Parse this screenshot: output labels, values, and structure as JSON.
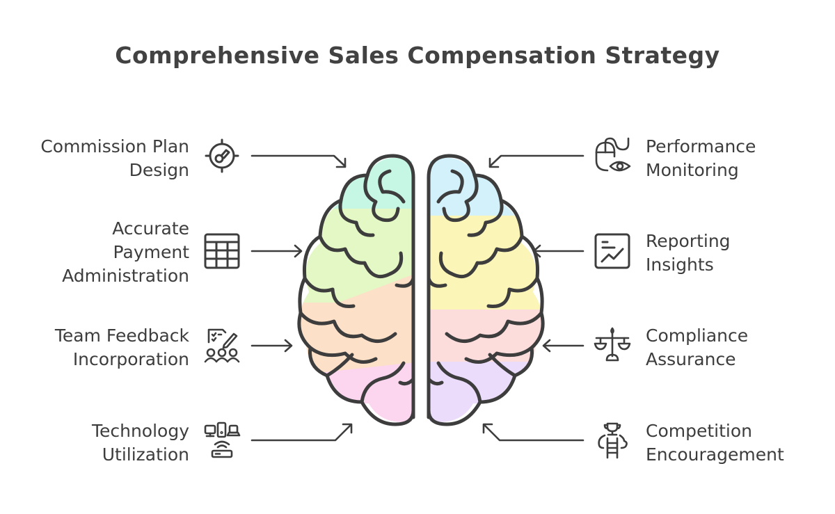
{
  "title": "Comprehensive Sales Compensation Strategy",
  "colors": {
    "ink": "#3d3d3d",
    "lobe_left_top": "#c6f6e4",
    "lobe_left_upper_mid": "#e3f8c4",
    "lobe_left_lower_mid": "#fde0c8",
    "lobe_left_bottom": "#fbd6ee",
    "lobe_right_top": "#d2f1fb",
    "lobe_right_upper_mid": "#fbf5b8",
    "lobe_right_lower_mid": "#fddcdc",
    "lobe_right_bottom": "#ecdcfb"
  },
  "left_items": [
    {
      "lines": [
        "Commission Plan",
        "Design"
      ],
      "icon": "target-key-icon"
    },
    {
      "lines": [
        "Accurate",
        "Payment",
        "Administration"
      ],
      "icon": "table-grid-icon"
    },
    {
      "lines": [
        "Team Feedback",
        "Incorporation"
      ],
      "icon": "checklist-team-icon"
    },
    {
      "lines": [
        "Technology",
        "Utilization"
      ],
      "icon": "devices-router-icon"
    }
  ],
  "right_items": [
    {
      "lines": [
        "Performance",
        "Monitoring"
      ],
      "icon": "mouse-eye-icon"
    },
    {
      "lines": [
        "Reporting",
        "Insights"
      ],
      "icon": "chart-report-icon"
    },
    {
      "lines": [
        "Compliance",
        "Assurance"
      ],
      "icon": "scales-icon"
    },
    {
      "lines": [
        "Competition",
        "Encouragement"
      ],
      "icon": "trophy-ladder-icon"
    }
  ]
}
